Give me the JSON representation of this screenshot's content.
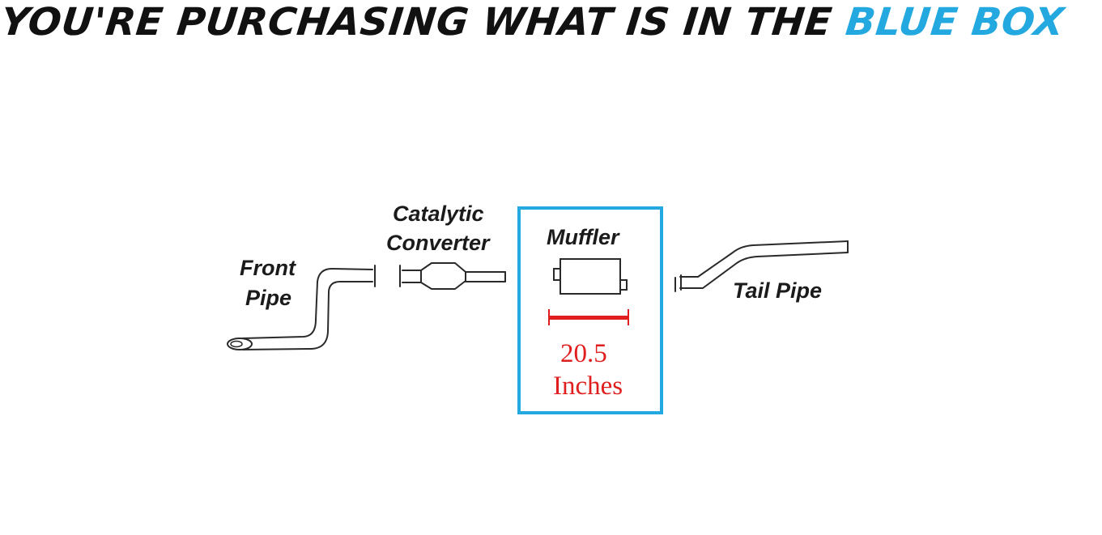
{
  "header": {
    "text_main": "YOU'RE PURCHASING WHAT IS IN THE",
    "text_accent": "BLUE BOX"
  },
  "labels": {
    "front_pipe_line1": "Front",
    "front_pipe_line2": "Pipe",
    "catalytic_line1": "Catalytic",
    "catalytic_line2": "Converter",
    "muffler": "Muffler",
    "tail_pipe": "Tail Pipe"
  },
  "measurement": {
    "value": "20.5",
    "unit": "Inches"
  },
  "colors": {
    "accent": "#23a8e0",
    "measurement": "#e01e1e",
    "text": "#111111"
  }
}
